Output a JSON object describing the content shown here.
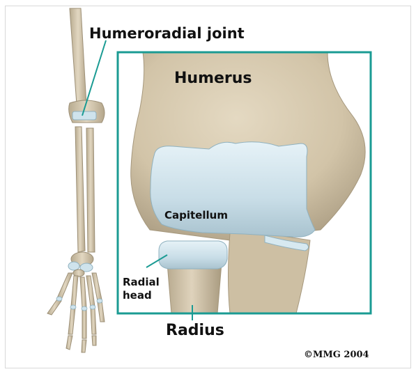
{
  "labels": {
    "joint": "Humeroradial joint",
    "humerus": "Humerus",
    "capitellum": "Capitellum",
    "radial_head_line1": "Radial",
    "radial_head_line2": "head",
    "radius": "Radius",
    "copyright": "©MMG 2004"
  },
  "colors": {
    "frame_teal": "#1a9b93",
    "bone": "#d9cdb4",
    "bone_shadow": "#b5a88e",
    "cartilage": "#d3e6ee"
  }
}
